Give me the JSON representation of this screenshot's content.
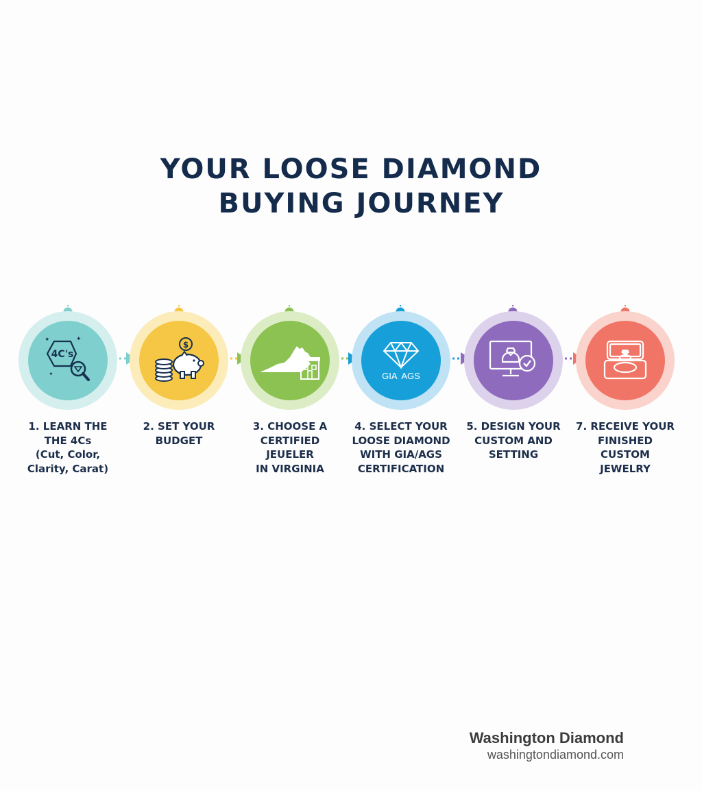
{
  "title": {
    "line1": "YOUR LOOSE DIAMOND",
    "line2": "BUYING JOURNEY"
  },
  "steps": [
    {
      "label": "1. LEARN THE\nTHE 4Cs\n(Cut, Color,\nClarity, Carat)",
      "icon": "4cs-magnifier-icon",
      "icon_text": "4C's",
      "color": "#7ecfcd",
      "ring": "#d4efee"
    },
    {
      "label": "2. SET YOUR\nBUDGET",
      "icon": "piggy-bank-coins-icon",
      "icon_text": "$",
      "color": "#f6c744",
      "ring": "#fbecb9"
    },
    {
      "label": "3. CHOOSE A\nCERTIFIED\nJEUELER\nIN VIRGINIA",
      "icon": "virginia-map-store-icon",
      "color": "#8cc251",
      "ring": "#dcedc6"
    },
    {
      "label": "4. SELECT YOUR\nLOOSE DIAMOND\nWITH GIA/AGS\nCERTIFICATION",
      "icon": "diamond-certificate-icon",
      "icon_text": "GIA  AGS",
      "color": "#169fd9",
      "ring": "#bfe3f4"
    },
    {
      "label": "5. DESIGN YOUR\nCUSTOM AND\nSETTING",
      "icon": "monitor-ring-check-icon",
      "color": "#8e6bbd",
      "ring": "#ddd2ec"
    },
    {
      "label": "7. RECEIVE YOUR\nFINISHED\nCUSTOM\nJEWELRY",
      "icon": "ring-box-icon",
      "color": "#f07566",
      "ring": "#fad3cc"
    }
  ],
  "brand": {
    "name": "Washington Diamond",
    "url": "washingtondiamond.com"
  }
}
